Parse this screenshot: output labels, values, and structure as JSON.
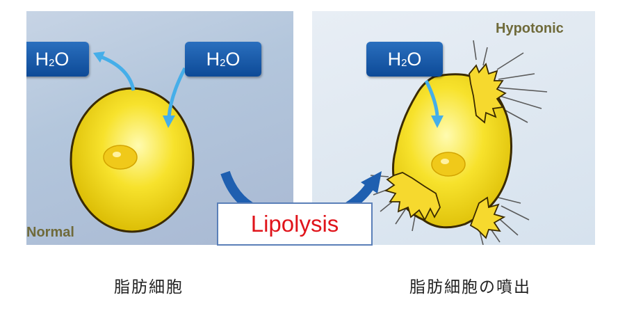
{
  "left": {
    "label": "Normal",
    "h2o_out": {
      "base": "H",
      "sub": "2",
      "tail": "O"
    },
    "h2o_in": {
      "base": "H",
      "sub": "2",
      "tail": "O"
    },
    "caption": "脂肪細胞"
  },
  "right": {
    "label": "Hypotonic",
    "h2o_in": {
      "base": "H",
      "sub": "2",
      "tail": "O"
    },
    "caption": "脂肪細胞の噴出"
  },
  "center": {
    "label": "Lipolysis"
  },
  "colors": {
    "cell": "#f7dc22",
    "arrow_light": "#3aa7e8",
    "arrow_dark": "#1f5fb0",
    "h2o_box": "#0f4e9c",
    "label_text": "#e0141b"
  }
}
